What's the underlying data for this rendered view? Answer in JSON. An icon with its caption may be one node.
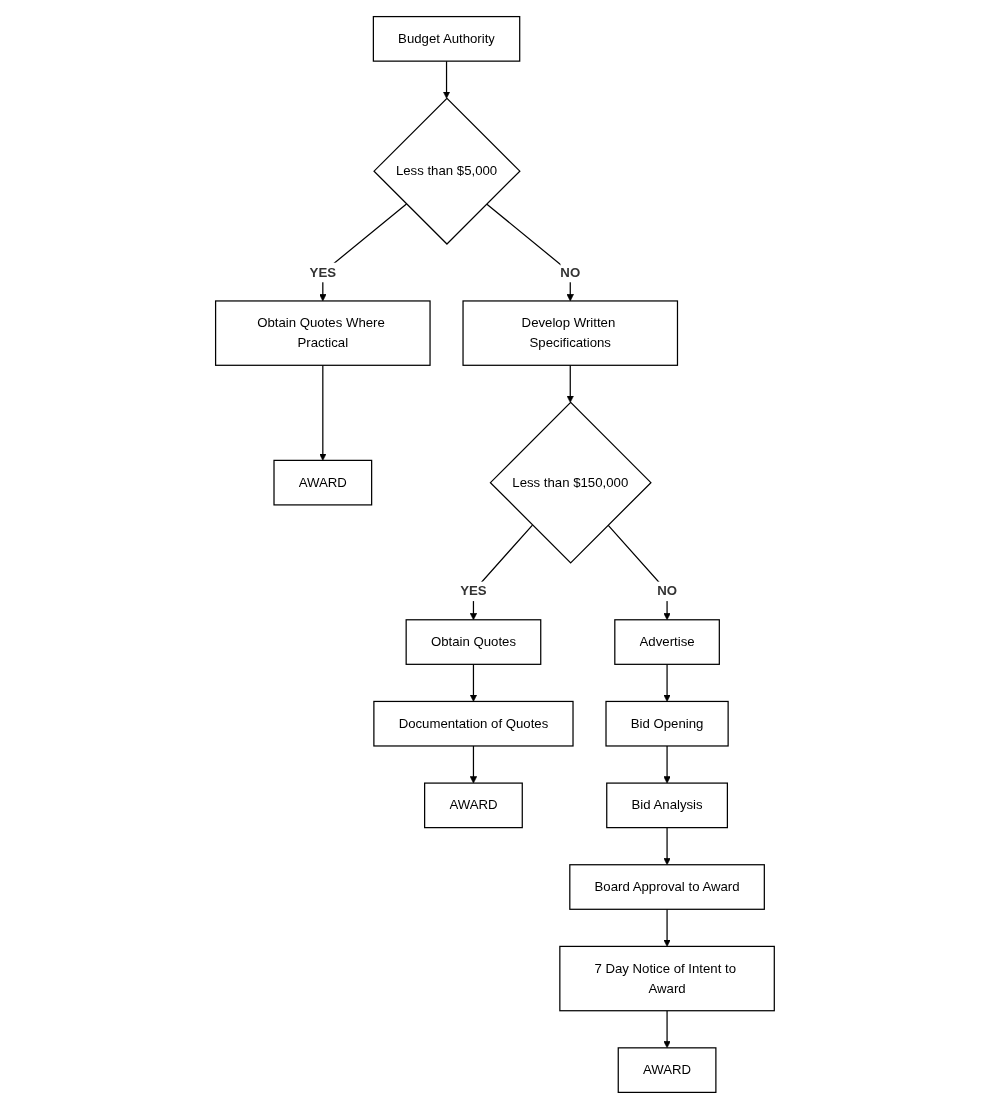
{
  "diagram": {
    "nodes": [
      {
        "text": [
          "Budget Authority"
        ]
      },
      {
        "text": [
          "Less than $5,000"
        ]
      },
      {
        "text": [
          "Obtain Quotes Where Practical"
        ]
      },
      {
        "text": [
          "AWARD"
        ]
      },
      {
        "text": [
          "Develop Written Specifications"
        ]
      },
      {
        "text": [
          "Less than $150,000"
        ]
      },
      {
        "text": [
          "Obtain Quotes"
        ]
      },
      {
        "text": [
          "Documentation of Quotes"
        ]
      },
      {
        "text": [
          "AWARD"
        ]
      },
      {
        "text": [
          "Advertise"
        ]
      },
      {
        "text": [
          "Bid Opening"
        ]
      },
      {
        "text": [
          "Bid Analysis"
        ]
      },
      {
        "text": [
          "Board Approval to Award"
        ]
      },
      {
        "text": [
          "7 Day Notice of Intent to Award"
        ]
      },
      {
        "text": [
          "AWARD"
        ]
      }
    ],
    "edges": [
      {
        "from": 0,
        "to": 1,
        "arrow": "to"
      },
      {
        "from": 1,
        "to": 2,
        "arrow": "to",
        "label": "YES"
      },
      {
        "from": 1,
        "to": 4,
        "arrow": "to",
        "label": "NO"
      },
      {
        "from": 2,
        "to": 3,
        "arrow": "to"
      },
      {
        "from": 4,
        "to": 5,
        "arrow": "to"
      },
      {
        "from": 5,
        "to": 6,
        "arrow": "to",
        "label": "YES"
      },
      {
        "from": 5,
        "to": 9,
        "arrow": "to",
        "label": "NO"
      },
      {
        "from": 6,
        "to": 7,
        "arrow": "to"
      },
      {
        "from": 7,
        "to": 8,
        "arrow": "to"
      },
      {
        "from": 9,
        "to": 10,
        "arrow": "to"
      },
      {
        "from": 10,
        "to": 11,
        "arrow": "to"
      },
      {
        "from": 11,
        "to": 12,
        "arrow": "to"
      },
      {
        "from": 12,
        "to": 13,
        "arrow": "to"
      },
      {
        "from": 13,
        "to": 14,
        "arrow": "to"
      }
    ]
  }
}
